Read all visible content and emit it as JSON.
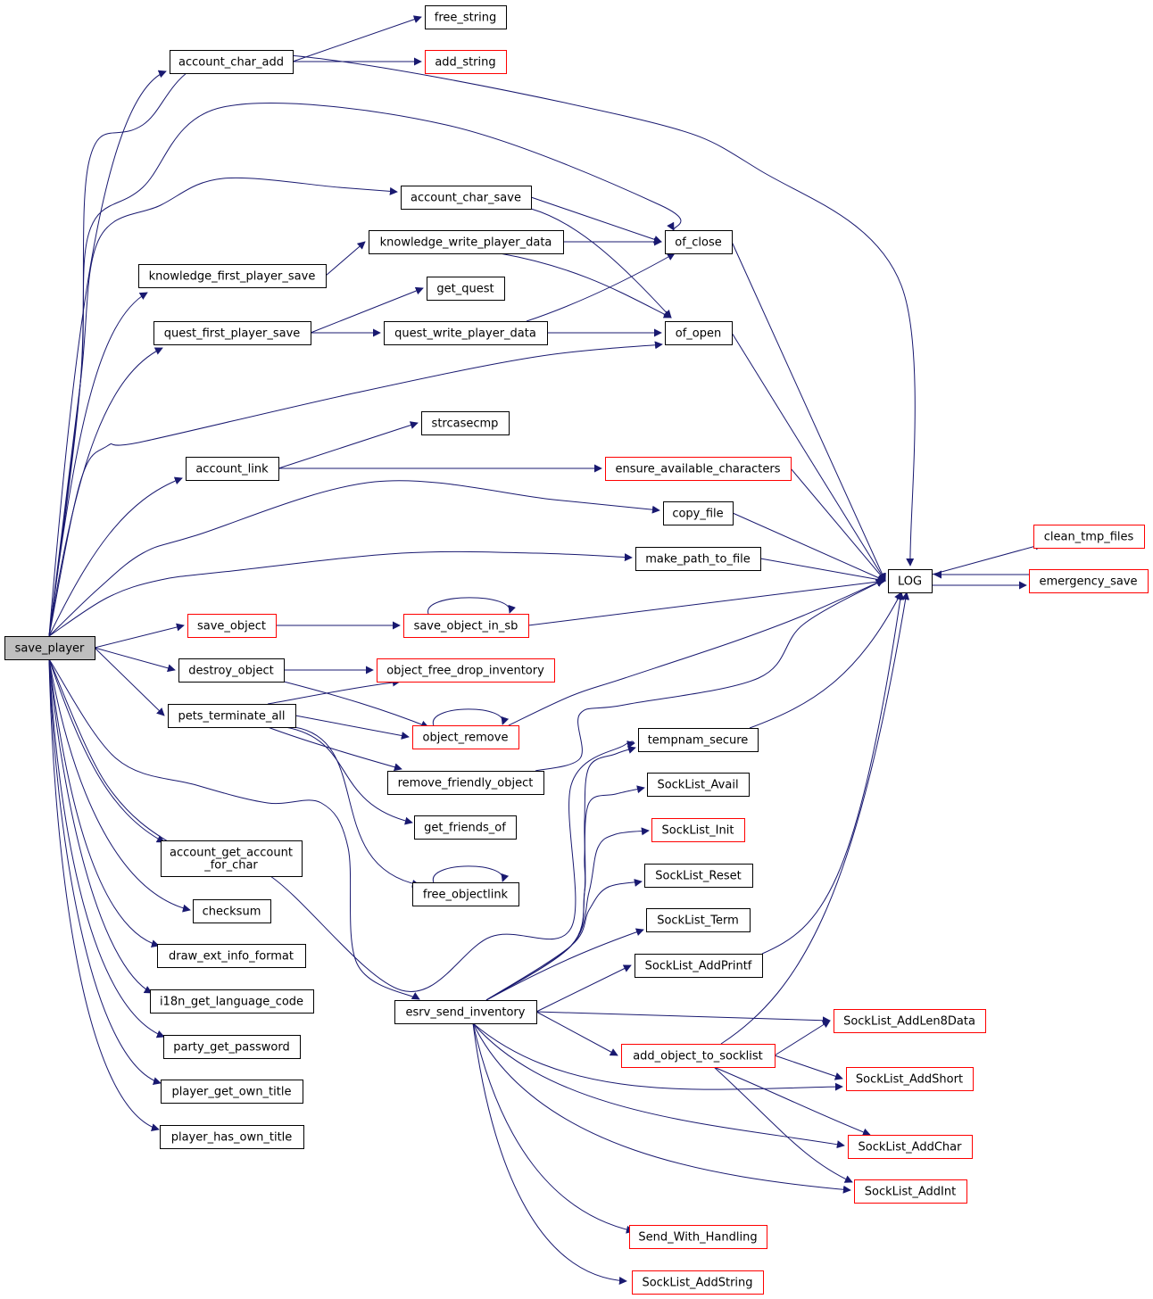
{
  "colors": {
    "edge": "#191970",
    "arrowhead": "#191970",
    "node_border_default": "#000000",
    "node_border_linked": "#ff0000",
    "root_fill": "#bfbfbf",
    "node_fill": "#ffffff"
  },
  "nodes": {
    "save_player": {
      "label": "save_player",
      "kind": "root"
    },
    "account_char_add": {
      "label": "account_char_add",
      "kind": "plain"
    },
    "free_string": {
      "label": "free_string",
      "kind": "plain"
    },
    "add_string": {
      "label": "add_string",
      "kind": "linked"
    },
    "account_char_save": {
      "label": "account_char_save",
      "kind": "plain"
    },
    "knowledge_write_player_data": {
      "label": "knowledge_write_player_data",
      "kind": "plain"
    },
    "of_close": {
      "label": "of_close",
      "kind": "plain"
    },
    "knowledge_first_player_save": {
      "label": "knowledge_first_player_save",
      "kind": "plain"
    },
    "get_quest": {
      "label": "get_quest",
      "kind": "plain"
    },
    "quest_first_player_save": {
      "label": "quest_first_player_save",
      "kind": "plain"
    },
    "quest_write_player_data": {
      "label": "quest_write_player_data",
      "kind": "plain"
    },
    "of_open": {
      "label": "of_open",
      "kind": "plain"
    },
    "strcasecmp": {
      "label": "strcasecmp",
      "kind": "plain"
    },
    "account_link": {
      "label": "account_link",
      "kind": "plain"
    },
    "ensure_available_characters": {
      "label": "ensure_available_characters",
      "kind": "linked"
    },
    "copy_file": {
      "label": "copy_file",
      "kind": "plain"
    },
    "make_path_to_file": {
      "label": "make_path_to_file",
      "kind": "plain"
    },
    "LOG": {
      "label": "LOG",
      "kind": "plain"
    },
    "clean_tmp_files": {
      "label": "clean_tmp_files",
      "kind": "linked"
    },
    "emergency_save": {
      "label": "emergency_save",
      "kind": "linked"
    },
    "save_object": {
      "label": "save_object",
      "kind": "linked"
    },
    "save_object_in_sb": {
      "label": "save_object_in_sb",
      "kind": "linked"
    },
    "destroy_object": {
      "label": "destroy_object",
      "kind": "plain"
    },
    "object_free_drop_inventory": {
      "label": "object_free_drop_inventory",
      "kind": "linked"
    },
    "pets_terminate_all": {
      "label": "pets_terminate_all",
      "kind": "plain"
    },
    "object_remove": {
      "label": "object_remove",
      "kind": "linked"
    },
    "tempnam_secure": {
      "label": "tempnam_secure",
      "kind": "plain"
    },
    "remove_friendly_object": {
      "label": "remove_friendly_object",
      "kind": "plain"
    },
    "SockList_Avail": {
      "label": "SockList_Avail",
      "kind": "plain"
    },
    "get_friends_of": {
      "label": "get_friends_of",
      "kind": "plain"
    },
    "account_get_account_for_char": {
      "label": "account_get_account\n_for_char",
      "kind": "plain"
    },
    "SockList_Init": {
      "label": "SockList_Init",
      "kind": "linked"
    },
    "SockList_Reset": {
      "label": "SockList_Reset",
      "kind": "plain"
    },
    "free_objectlink": {
      "label": "free_objectlink",
      "kind": "plain"
    },
    "checksum": {
      "label": "checksum",
      "kind": "plain"
    },
    "SockList_Term": {
      "label": "SockList_Term",
      "kind": "plain"
    },
    "draw_ext_info_format": {
      "label": "draw_ext_info_format",
      "kind": "plain"
    },
    "SockList_AddPrintf": {
      "label": "SockList_AddPrintf",
      "kind": "plain"
    },
    "i18n_get_language_code": {
      "label": "i18n_get_language_code",
      "kind": "plain"
    },
    "esrv_send_inventory": {
      "label": "esrv_send_inventory",
      "kind": "plain"
    },
    "SockList_AddLen8Data": {
      "label": "SockList_AddLen8Data",
      "kind": "linked"
    },
    "party_get_password": {
      "label": "party_get_password",
      "kind": "plain"
    },
    "add_object_to_socklist": {
      "label": "add_object_to_socklist",
      "kind": "linked"
    },
    "SockList_AddShort": {
      "label": "SockList_AddShort",
      "kind": "linked"
    },
    "player_get_own_title": {
      "label": "player_get_own_title",
      "kind": "plain"
    },
    "player_has_own_title": {
      "label": "player_has_own_title",
      "kind": "plain"
    },
    "SockList_AddChar": {
      "label": "SockList_AddChar",
      "kind": "linked"
    },
    "SockList_AddInt": {
      "label": "SockList_AddInt",
      "kind": "linked"
    },
    "Send_With_Handling": {
      "label": "Send_With_Handling",
      "kind": "linked"
    },
    "SockList_AddString": {
      "label": "SockList_AddString",
      "kind": "linked"
    }
  },
  "edges": [
    [
      "save_player",
      "account_char_add"
    ],
    [
      "account_char_add",
      "free_string"
    ],
    [
      "account_char_add",
      "add_string"
    ],
    [
      "save_player",
      "LOG"
    ],
    [
      "save_player",
      "of_close"
    ],
    [
      "save_player",
      "account_char_save"
    ],
    [
      "account_char_save",
      "of_close"
    ],
    [
      "account_char_save",
      "of_open"
    ],
    [
      "save_player",
      "knowledge_first_player_save"
    ],
    [
      "knowledge_first_player_save",
      "knowledge_write_player_data"
    ],
    [
      "knowledge_write_player_data",
      "of_close"
    ],
    [
      "knowledge_write_player_data",
      "of_open"
    ],
    [
      "save_player",
      "quest_first_player_save"
    ],
    [
      "quest_first_player_save",
      "get_quest"
    ],
    [
      "quest_first_player_save",
      "quest_write_player_data"
    ],
    [
      "quest_write_player_data",
      "of_close"
    ],
    [
      "quest_write_player_data",
      "of_open"
    ],
    [
      "save_player",
      "of_open"
    ],
    [
      "of_close",
      "LOG"
    ],
    [
      "of_open",
      "LOG"
    ],
    [
      "save_player",
      "account_link"
    ],
    [
      "account_link",
      "strcasecmp"
    ],
    [
      "account_link",
      "ensure_available_characters"
    ],
    [
      "ensure_available_characters",
      "LOG"
    ],
    [
      "save_player",
      "copy_file"
    ],
    [
      "copy_file",
      "LOG"
    ],
    [
      "save_player",
      "make_path_to_file"
    ],
    [
      "make_path_to_file",
      "LOG"
    ],
    [
      "LOG",
      "clean_tmp_files"
    ],
    [
      "LOG",
      "emergency_save"
    ],
    [
      "emergency_save",
      "LOG"
    ],
    [
      "save_player",
      "save_object"
    ],
    [
      "save_object",
      "save_object_in_sb"
    ],
    [
      "save_object_in_sb",
      "save_object_in_sb"
    ],
    [
      "save_object_in_sb",
      "LOG"
    ],
    [
      "save_player",
      "destroy_object"
    ],
    [
      "destroy_object",
      "object_free_drop_inventory"
    ],
    [
      "destroy_object",
      "object_remove"
    ],
    [
      "save_player",
      "pets_terminate_all"
    ],
    [
      "pets_terminate_all",
      "object_free_drop_inventory"
    ],
    [
      "pets_terminate_all",
      "object_remove"
    ],
    [
      "object_remove",
      "object_remove"
    ],
    [
      "object_remove",
      "LOG"
    ],
    [
      "pets_terminate_all",
      "remove_friendly_object"
    ],
    [
      "pets_terminate_all",
      "get_friends_of"
    ],
    [
      "pets_terminate_all",
      "free_objectlink"
    ],
    [
      "free_objectlink",
      "free_objectlink"
    ],
    [
      "remove_friendly_object",
      "LOG"
    ],
    [
      "save_player",
      "tempnam_secure"
    ],
    [
      "tempnam_secure",
      "LOG"
    ],
    [
      "save_player",
      "account_get_account_for_char"
    ],
    [
      "save_player",
      "checksum"
    ],
    [
      "save_player",
      "draw_ext_info_format"
    ],
    [
      "save_player",
      "i18n_get_language_code"
    ],
    [
      "save_player",
      "party_get_password"
    ],
    [
      "save_player",
      "player_get_own_title"
    ],
    [
      "save_player",
      "player_has_own_title"
    ],
    [
      "save_player",
      "esrv_send_inventory"
    ],
    [
      "esrv_send_inventory",
      "tempnam_secure"
    ],
    [
      "esrv_send_inventory",
      "SockList_Avail"
    ],
    [
      "esrv_send_inventory",
      "SockList_Init"
    ],
    [
      "esrv_send_inventory",
      "SockList_Reset"
    ],
    [
      "esrv_send_inventory",
      "SockList_Term"
    ],
    [
      "esrv_send_inventory",
      "SockList_AddPrintf"
    ],
    [
      "SockList_AddPrintf",
      "LOG"
    ],
    [
      "esrv_send_inventory",
      "SockList_AddLen8Data"
    ],
    [
      "esrv_send_inventory",
      "add_object_to_socklist"
    ],
    [
      "add_object_to_socklist",
      "LOG"
    ],
    [
      "add_object_to_socklist",
      "SockList_AddLen8Data"
    ],
    [
      "add_object_to_socklist",
      "SockList_AddShort"
    ],
    [
      "add_object_to_socklist",
      "SockList_AddChar"
    ],
    [
      "add_object_to_socklist",
      "SockList_AddInt"
    ],
    [
      "esrv_send_inventory",
      "SockList_AddShort"
    ],
    [
      "esrv_send_inventory",
      "SockList_AddChar"
    ],
    [
      "esrv_send_inventory",
      "SockList_AddInt"
    ],
    [
      "esrv_send_inventory",
      "Send_With_Handling"
    ],
    [
      "esrv_send_inventory",
      "SockList_AddString"
    ]
  ]
}
